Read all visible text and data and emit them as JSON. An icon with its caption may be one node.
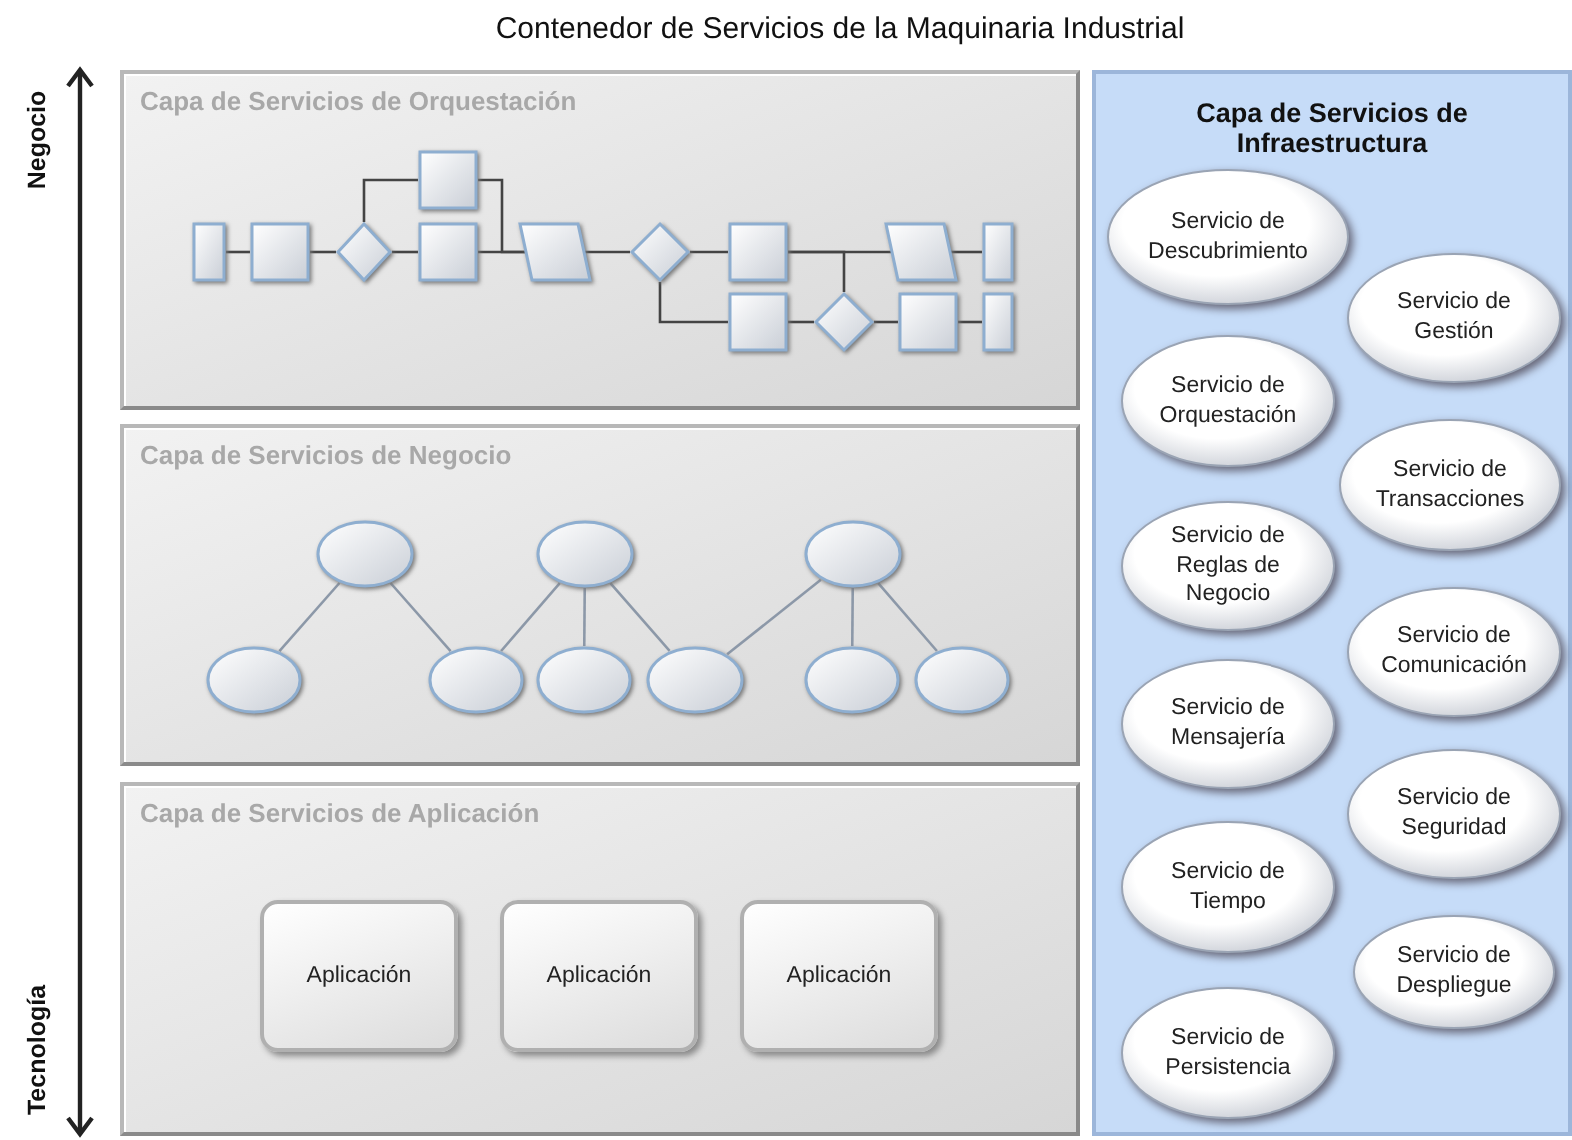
{
  "diagram": {
    "title": "Contenedor de Servicios de la Maquinaria Industrial",
    "nodes": [
      {
        "text": [
          "Capa de Servicios de Orquestación"
        ]
      },
      {
        "text": [],
        "shape": "bar",
        "in": 0
      },
      {
        "text": [],
        "shape": "box",
        "in": 0
      },
      {
        "text": [],
        "shape": "diamond",
        "in": 0
      },
      {
        "text": [],
        "shape": "box",
        "in": 0
      },
      {
        "text": [],
        "shape": "box",
        "in": 0
      },
      {
        "text": [],
        "shape": "parallelogram",
        "in": 0
      },
      {
        "text": [],
        "shape": "diamond",
        "in": 0
      },
      {
        "text": [],
        "shape": "box",
        "in": 0
      },
      {
        "text": [],
        "shape": "box",
        "in": 0
      },
      {
        "text": [],
        "shape": "diamond",
        "in": 0
      },
      {
        "text": [],
        "shape": "parallelogram",
        "in": 0
      },
      {
        "text": [],
        "shape": "box",
        "in": 0
      },
      {
        "text": [],
        "shape": "bar",
        "in": 0
      },
      {
        "text": [],
        "shape": "bar",
        "in": 0
      },
      {
        "text": [
          "Capa de Servicios de Negocio"
        ]
      },
      {
        "text": [],
        "shape": "ellipse",
        "in": 15
      },
      {
        "text": [],
        "shape": "ellipse",
        "in": 15
      },
      {
        "text": [],
        "shape": "ellipse",
        "in": 15
      },
      {
        "text": [],
        "shape": "ellipse",
        "in": 15
      },
      {
        "text": [],
        "shape": "ellipse",
        "in": 15
      },
      {
        "text": [],
        "shape": "ellipse",
        "in": 15
      },
      {
        "text": [],
        "shape": "ellipse",
        "in": 15
      },
      {
        "text": [],
        "shape": "ellipse",
        "in": 15
      },
      {
        "text": [],
        "shape": "ellipse",
        "in": 15
      },
      {
        "text": [
          "Capa de Servicios de Aplicación"
        ]
      },
      {
        "text": [
          "Aplicación"
        ],
        "in": 25
      },
      {
        "text": [
          "Aplicación"
        ],
        "in": 25
      },
      {
        "text": [
          "Aplicación"
        ],
        "in": 25
      },
      {
        "text": [
          "Capa de Servicios de Infraestructura"
        ]
      },
      {
        "text": [
          "Servicio de Descubrimiento"
        ],
        "in": 29
      },
      {
        "text": [
          "Servicio de Gestión"
        ],
        "in": 29
      },
      {
        "text": [
          "Servicio de Orquestación"
        ],
        "in": 29
      },
      {
        "text": [
          "Servicio de Transacciones"
        ],
        "in": 29
      },
      {
        "text": [
          "Servicio de Reglas de Negocio"
        ],
        "in": 29
      },
      {
        "text": [
          "Servicio de Comunicación"
        ],
        "in": 29
      },
      {
        "text": [
          "Servicio de Mensajería"
        ],
        "in": 29
      },
      {
        "text": [
          "Servicio de Seguridad"
        ],
        "in": 29
      },
      {
        "text": [
          "Servicio de Tiempo"
        ],
        "in": 29
      },
      {
        "text": [
          "Servicio de Despliegue"
        ],
        "in": 29
      },
      {
        "text": [
          "Servicio de Persistencia"
        ],
        "in": 29
      }
    ],
    "edges": [
      {
        "from": 1,
        "to": 2,
        "arrow": "none"
      },
      {
        "from": 2,
        "to": 3,
        "arrow": "none"
      },
      {
        "from": 3,
        "to": 5,
        "arrow": "none"
      },
      {
        "from": 3,
        "to": 4,
        "arrow": "none"
      },
      {
        "from": 4,
        "to": 6,
        "arrow": "none"
      },
      {
        "from": 5,
        "to": 6,
        "arrow": "none"
      },
      {
        "from": 6,
        "to": 7,
        "arrow": "none"
      },
      {
        "from": 7,
        "to": 8,
        "arrow": "none"
      },
      {
        "from": 7,
        "to": 9,
        "arrow": "none"
      },
      {
        "from": 8,
        "to": 11,
        "arrow": "none"
      },
      {
        "from": 8,
        "to": 10,
        "arrow": "none"
      },
      {
        "from": 9,
        "to": 10,
        "arrow": "none"
      },
      {
        "from": 10,
        "to": 12,
        "arrow": "none"
      },
      {
        "from": 11,
        "to": 13,
        "arrow": "none"
      },
      {
        "from": 12,
        "to": 14,
        "arrow": "none"
      },
      {
        "from": 16,
        "to": 19,
        "arrow": "none",
        "color": "#8c98a8"
      },
      {
        "from": 16,
        "to": 20,
        "arrow": "none",
        "color": "#8c98a8"
      },
      {
        "from": 17,
        "to": 20,
        "arrow": "none",
        "color": "#8c98a8"
      },
      {
        "from": 17,
        "to": 21,
        "arrow": "none",
        "color": "#8c98a8"
      },
      {
        "from": 17,
        "to": 22,
        "arrow": "none",
        "color": "#8c98a8"
      },
      {
        "from": 18,
        "to": 22,
        "arrow": "none",
        "color": "#8c98a8"
      },
      {
        "from": 18,
        "to": 23,
        "arrow": "none",
        "color": "#8c98a8"
      },
      {
        "from": 18,
        "to": 24,
        "arrow": "none",
        "color": "#8c98a8"
      }
    ],
    "labels": [
      "Negocio",
      "Tecnología"
    ]
  }
}
